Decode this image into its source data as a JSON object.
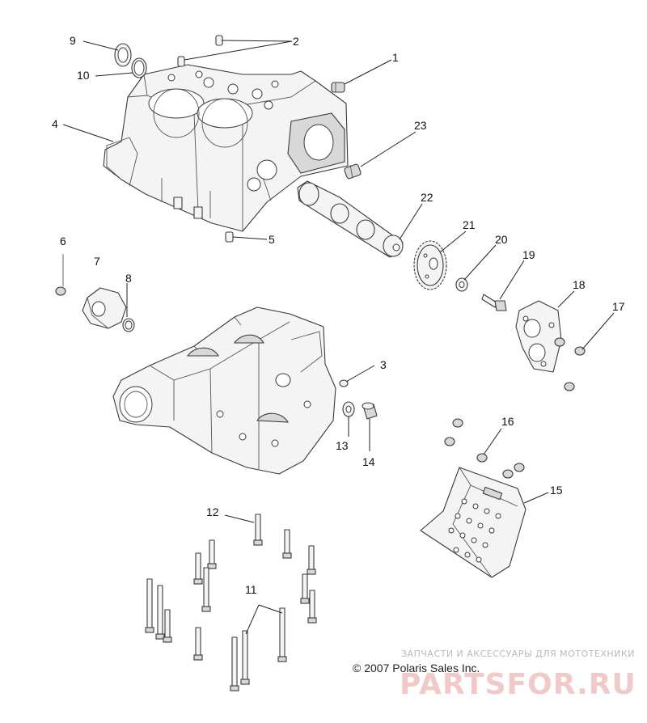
{
  "callouts": {
    "c1": "1",
    "c2": "2",
    "c3": "3",
    "c4": "4",
    "c5": "5",
    "c6": "6",
    "c7": "7",
    "c8": "8",
    "c9": "9",
    "c10": "10",
    "c11": "11",
    "c12": "12",
    "c13": "13",
    "c14": "14",
    "c15": "15",
    "c16": "16",
    "c17": "17",
    "c18": "18",
    "c19": "19",
    "c20": "20",
    "c21": "21",
    "c22": "22",
    "c23": "23"
  },
  "copyright": "© 2007 Polaris Sales Inc.",
  "watermark": {
    "line": "ЗАПЧАСТИ И АКСЕССУАРЫ ДЛЯ МОТОТЕХНИКИ",
    "brand": "PARTSFOR.RU"
  }
}
